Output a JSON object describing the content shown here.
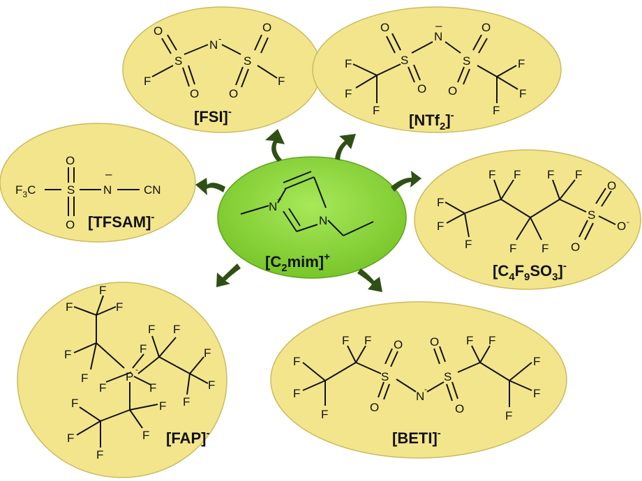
{
  "center": {
    "name": "[C",
    "sub": "2",
    "name2": "mim]",
    "charge": "+",
    "atoms": {
      "n_plus": "N",
      "n_plus_charge": "+",
      "n": "N"
    }
  },
  "anions": {
    "fsi": {
      "name": "[FSI]",
      "charge": "-",
      "atoms": {
        "o1": "O",
        "o2": "O",
        "o3": "O",
        "o4": "O",
        "n": "N",
        "n_charge": "-",
        "s1": "S",
        "s2": "S",
        "f1": "F",
        "f2": "F"
      }
    },
    "ntf2": {
      "name": "[NTf",
      "sub": "2",
      "name2": "]",
      "charge": "-",
      "atoms": {
        "o1": "O",
        "o2": "O",
        "o3": "O",
        "o4": "O",
        "n": "N",
        "n_charge": "–",
        "s1": "S",
        "s2": "S",
        "f1": "F",
        "f2": "F",
        "f3": "F",
        "f4": "F",
        "f5": "F",
        "f6": "F"
      }
    },
    "tfsam": {
      "name": "[TFSAM]",
      "charge": "-",
      "atoms": {
        "cf3": "F",
        "cf3_sub": "3",
        "cf3_c": "C",
        "o1": "O",
        "o2": "O",
        "s": "S",
        "n": "N",
        "n_charge": "–",
        "cn": "CN"
      }
    },
    "c4f9so3": {
      "name": "[C",
      "sub1": "4",
      "name_f": "F",
      "sub2": "9",
      "name_so": "SO",
      "sub3": "3",
      "name2": "]",
      "charge": "-",
      "atoms": {
        "f1": "F",
        "f2": "F",
        "f3": "F",
        "f4": "F",
        "f5": "F",
        "f6": "F",
        "f7": "F",
        "f8": "F",
        "f9": "F",
        "s": "S",
        "o1": "O",
        "o2": "O",
        "o3": "O",
        "o3_charge": "-"
      }
    },
    "fap": {
      "name": "[FAP]",
      "charge": "-",
      "atoms": {
        "p": "P",
        "p_charge": "-",
        "f": [
          "F",
          "F",
          "F",
          "F",
          "F",
          "F",
          "F",
          "F",
          "F",
          "F",
          "F",
          "F",
          "F",
          "F",
          "F",
          "F",
          "F",
          "F"
        ]
      }
    },
    "beti": {
      "name": "[BETI]",
      "charge": "-",
      "atoms": {
        "f": [
          "F",
          "F",
          "F",
          "F",
          "F",
          "F",
          "F",
          "F",
          "F",
          "F"
        ],
        "s1": "S",
        "s2": "S",
        "o": [
          "O",
          "O",
          "O",
          "O"
        ],
        "n": "N",
        "n_charge": "-"
      }
    }
  },
  "colors": {
    "anion_fill": "#f3e58c",
    "cation_fill": "#8ed63c",
    "arrow": "#2f4f14"
  }
}
